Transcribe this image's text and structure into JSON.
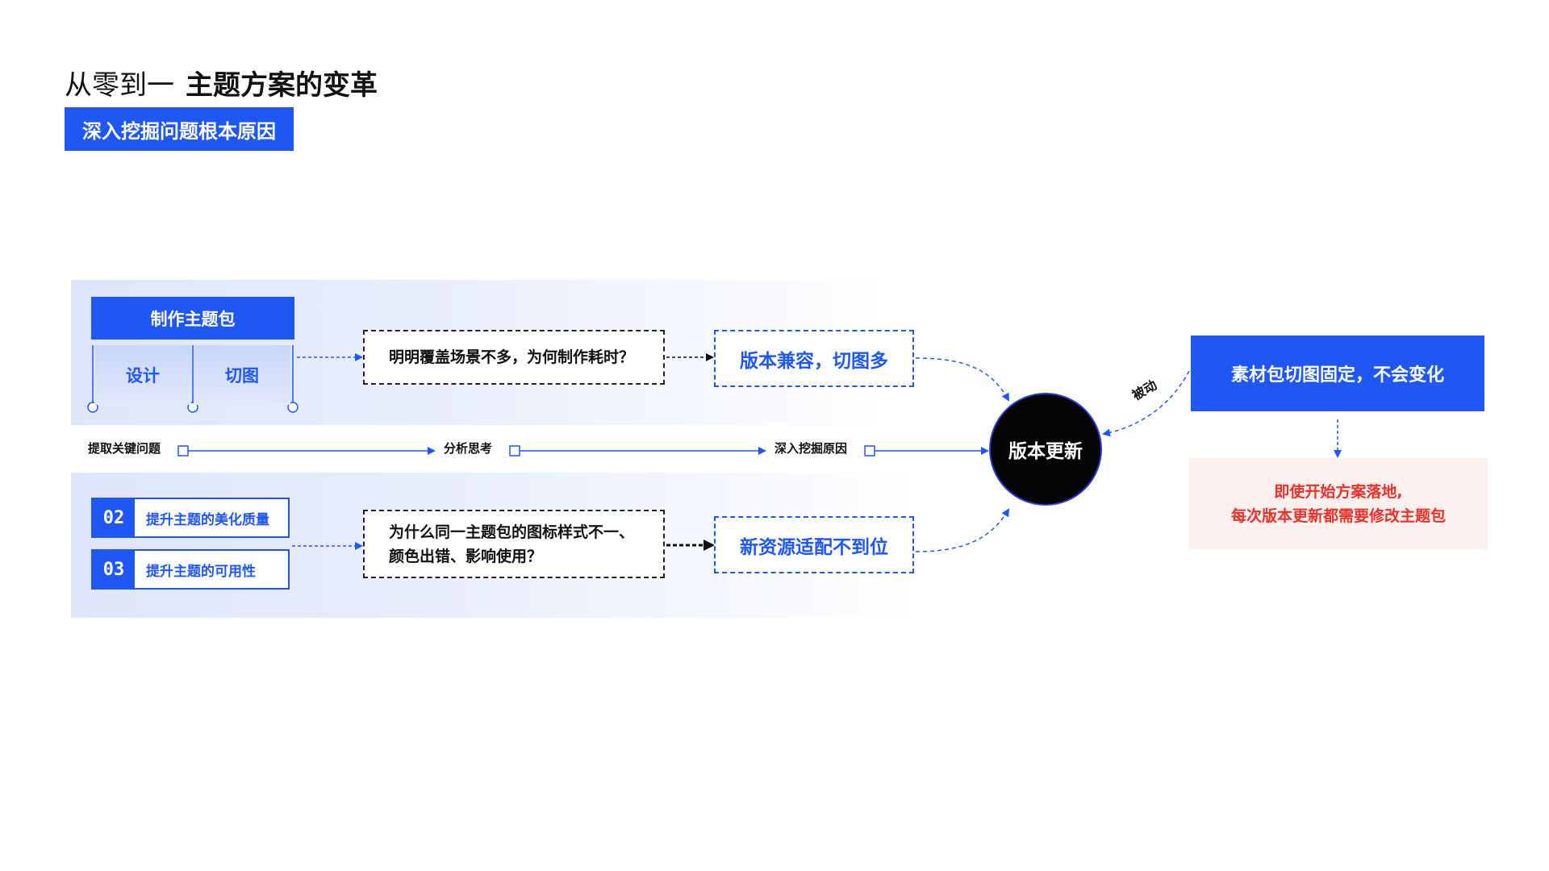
{
  "header": {
    "title_prefix": "从零到一",
    "title_main": "主题方案的变革",
    "section_tag": "深入挖掘问题根本原因"
  },
  "production": {
    "title": "制作主题包",
    "sub_items": [
      "设计",
      "切图"
    ]
  },
  "goals": [
    {
      "num": "02",
      "text": "提升主题的美化质量"
    },
    {
      "num": "03",
      "text": "提升主题的可用性"
    }
  ],
  "questions": {
    "q1": "明明覆盖场景不多，为何制作耗时？",
    "q2": "为什么同一主题包的图标样式不一、颜色出错、影响使用？"
  },
  "results": {
    "r1": "版本兼容，切图多",
    "r2": "新资源适配不到位"
  },
  "timeline": {
    "step1": "提取关键问题",
    "step2": "分析思考",
    "step3": "深入挖掘原因"
  },
  "center": "版本更新",
  "right": {
    "fixed": "素材包切图固定，不会变化",
    "passive": "被动",
    "consequence_line1": "即使开始方案落地,",
    "consequence_line2": "每次版本更新都需要修改主题包"
  },
  "colors": {
    "accent": "#1f57f5",
    "warning": "#e8312a",
    "warning_bg": "#fdf1f0",
    "panel": "#e4ebfc"
  }
}
